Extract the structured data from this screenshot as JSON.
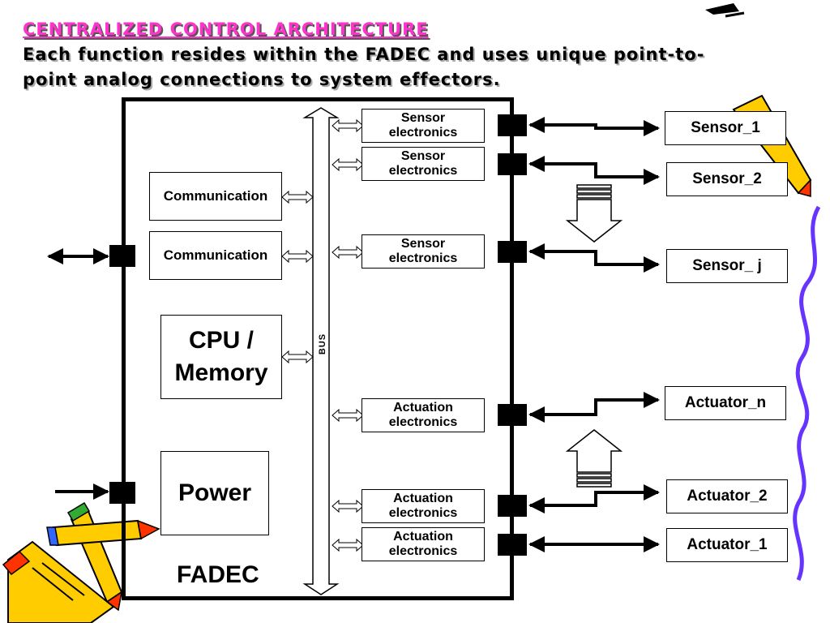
{
  "title": "CENTRALIZED CONTROL ARCHITECTURE",
  "subtitle_lines": [
    "Each function resides within the FADEC and uses unique point-to-",
    "point analog connections to system effectors."
  ],
  "fadec": {
    "label": "FADEC",
    "bus_label": "BUS",
    "communication": [
      "Communication",
      "Communication"
    ],
    "cpu_memory": [
      "CPU /",
      "Memory"
    ],
    "power": "Power",
    "sensor_electronics": [
      [
        "Sensor",
        "electronics"
      ],
      [
        "Sensor",
        "electronics"
      ],
      [
        "Sensor",
        "electronics"
      ]
    ],
    "actuation_electronics": [
      [
        "Actuation",
        "electronics"
      ],
      [
        "Actuation",
        "electronics"
      ],
      [
        "Actuation",
        "electronics"
      ]
    ]
  },
  "external": {
    "sensors": [
      "Sensor_1",
      "Sensor_2",
      "Sensor_ j"
    ],
    "actuators": [
      "Actuator_n",
      "Actuator_2",
      "Actuator_1"
    ]
  },
  "colors": {
    "title": "#ff33cc",
    "pencil_body": "#ffcc00",
    "pencil_outline": "#000000",
    "pencil_tip_red": "#ff3300",
    "pencil_band_blue": "#3366ff",
    "pencil_band_green": "#33aa33",
    "ribbon": "#6633ff"
  },
  "decorations": [
    "pencil-cluster-icon",
    "pencil-icon",
    "ribbon-curl-icon"
  ]
}
